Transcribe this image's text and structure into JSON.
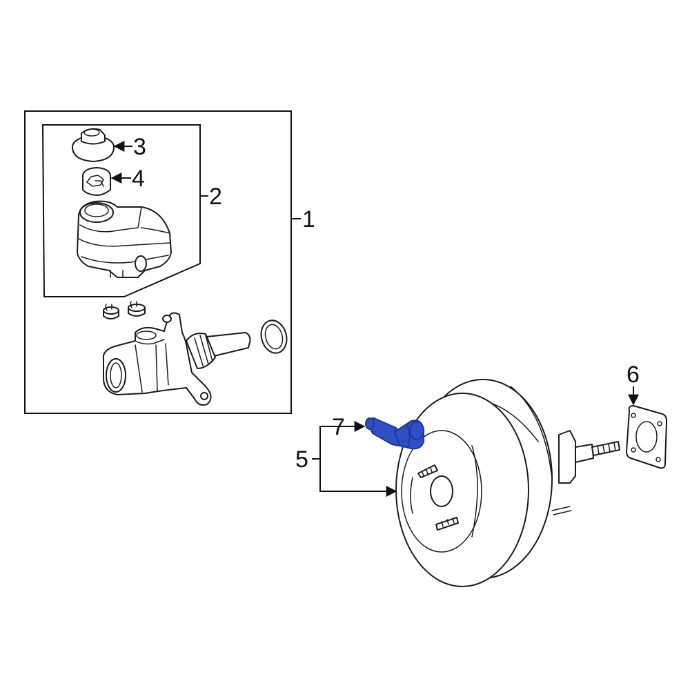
{
  "callouts": {
    "c1": "1",
    "c2": "2",
    "c3": "3",
    "c4": "4",
    "c5": "5",
    "c6": "6",
    "c7": "7"
  },
  "colors": {
    "highlight": "#2f4fc4",
    "highlight_dark": "#1f359a",
    "line": "#111111",
    "background": "#ffffff"
  }
}
